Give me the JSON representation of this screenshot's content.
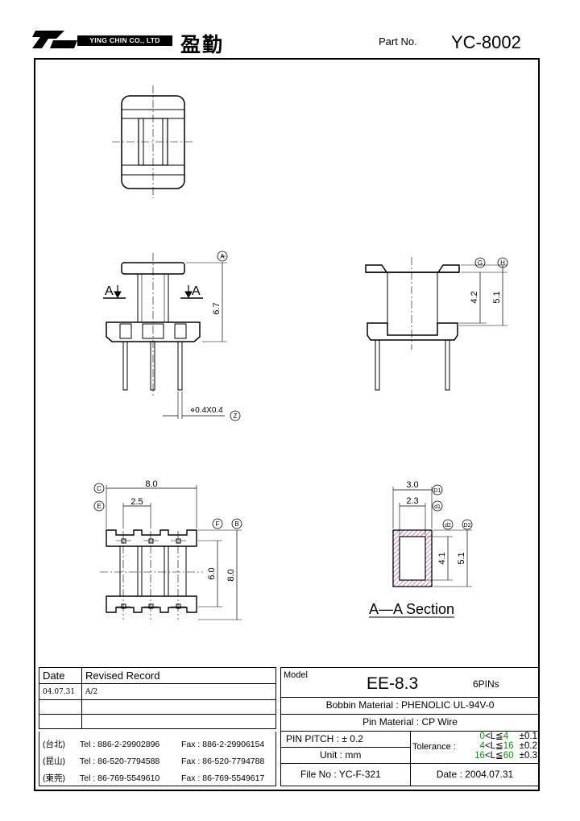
{
  "header": {
    "company_name": "YING CHIN CO., LTD",
    "company_cjk": "盈勤",
    "part_no_label": "Part No.",
    "part_no": "YC-8002"
  },
  "drawing": {
    "ref_A": "A",
    "ref_B": "B",
    "ref_C": "C",
    "ref_D1": "D1",
    "ref_d1": "d1",
    "ref_d2": "d2",
    "ref_D2": "D2",
    "ref_E": "E",
    "ref_F": "F",
    "ref_G": "G",
    "ref_H": "H",
    "ref_Z": "Z",
    "section_arrow_left": "A",
    "section_arrow_right": "A",
    "dim_6_7": "6.7",
    "dim_4_2": "4.2",
    "dim_5_1": "5.1",
    "dim_pin": "⋄0.4X0.4",
    "dim_8_0_top": "8.0",
    "dim_2_5": "2.5",
    "dim_6_0": "6.0",
    "dim_8_0_side": "8.0",
    "dim_3_0": "3.0",
    "dim_2_3": "2.3",
    "dim_4_1": "4.1",
    "dim_5_1_section": "5.1",
    "section_title": "A—A Section"
  },
  "revision": {
    "date_header": "Date",
    "record_header": "Revised Record",
    "rows": [
      {
        "date": "04.07.31",
        "record": "A/2"
      },
      {
        "date": "",
        "record": ""
      },
      {
        "date": "",
        "record": ""
      }
    ]
  },
  "contacts": [
    {
      "city": "(台北)",
      "tel": "Tel : 886-2-29902896",
      "fax": "Fax : 886-2-29906154"
    },
    {
      "city": "(昆山)",
      "tel": "Tel : 86-520-7794588",
      "fax": "Fax : 86-520-7794788"
    },
    {
      "city": "(東莞)",
      "tel": "Tel : 86-769-5549610",
      "fax": "Fax : 86-769-5549617"
    }
  ],
  "spec": {
    "model_label": "Model",
    "model": "EE-8.3",
    "pins": "6PINs",
    "bobbin_label": "Bobbin  Material :",
    "bobbin_value": "PHENOLIC UL-94V-0",
    "pin_label": "Pin  Material :",
    "pin_value": "CP Wire",
    "pitch_label": "PIN  PITCH :",
    "pitch_value": "± 0.2",
    "tolerance_label": "Tolerance :",
    "tol_rows": [
      {
        "lo": "0",
        "op": "<L≦",
        "hi": "4",
        "pm": "±0.1"
      },
      {
        "lo": "4",
        "op": "<L≦",
        "hi": "16",
        "pm": "±0.2"
      },
      {
        "lo": "16",
        "op": "<L≦",
        "hi": "60",
        "pm": "±0.3"
      }
    ],
    "unit_label": "Unit :",
    "unit_value": "mm",
    "file_label": "File  No :",
    "file_value": "YC-F-321",
    "date_label": "Date :",
    "date_value": "2004.07.31"
  },
  "colors": {
    "tolerance_accent": "#1a8a1a",
    "section_hatch": "#c060a0"
  }
}
